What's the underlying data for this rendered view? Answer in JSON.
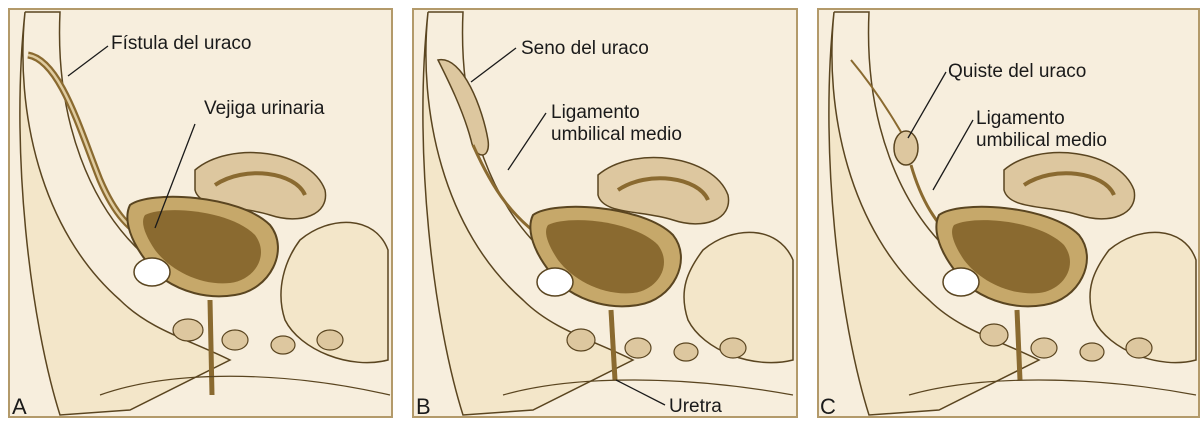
{
  "colors": {
    "background": "#f7eedd",
    "tissue": "#f3e6c9",
    "tissue_mid": "#ddc79f",
    "organ_dark": "#8a6a30",
    "organ_light": "#e0cca0",
    "outline": "#5a4520",
    "frame": "#b39a6a"
  },
  "panels": [
    {
      "letter": "A",
      "labels": {
        "fistula": "Fístula del uraco",
        "bladder": "Vejiga urinaria"
      }
    },
    {
      "letter": "B",
      "labels": {
        "sinus": "Seno del uraco",
        "ligament_line1": "Ligamento",
        "ligament_line2": "umbilical medio",
        "urethra": "Uretra"
      }
    },
    {
      "letter": "C",
      "labels": {
        "cyst": "Quiste del uraco",
        "ligament_line1": "Ligamento",
        "ligament_line2": "umbilical medio"
      }
    }
  ]
}
